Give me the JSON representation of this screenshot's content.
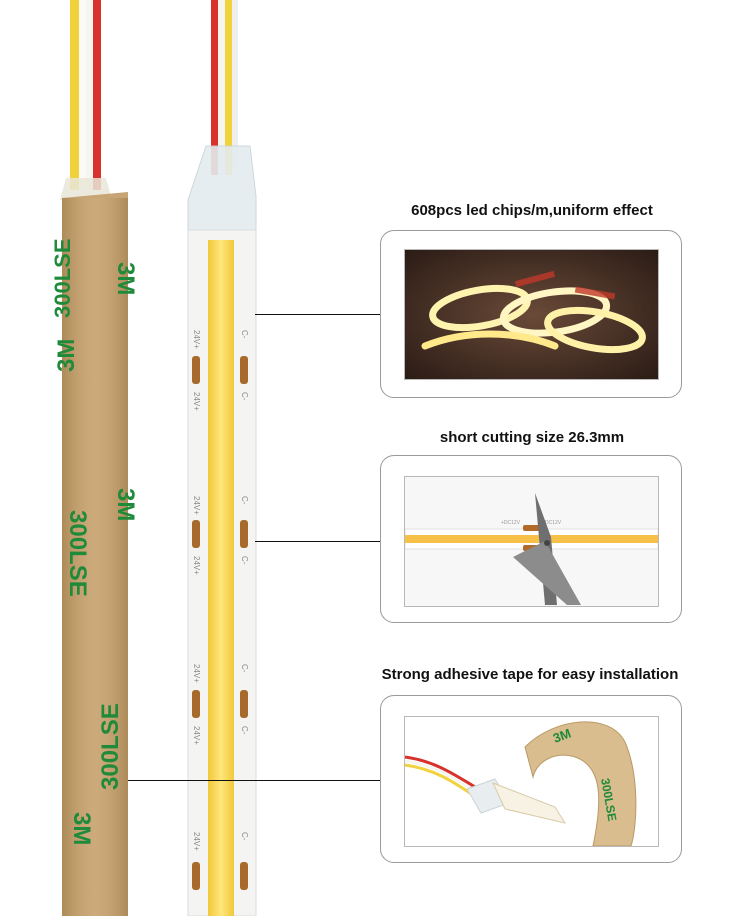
{
  "features": [
    {
      "caption": "608pcs led chips/m,uniform effect",
      "photo_icon": "led-strip-coils-photo"
    },
    {
      "caption": "short cutting size 26.3mm",
      "photo_icon": "scissors-cutting-photo"
    },
    {
      "caption": "Strong adhesive tape for easy installation",
      "photo_icon": "adhesive-tape-peel-photo"
    }
  ],
  "strip_markings": {
    "voltage_positive": "24V+",
    "voltage_negative": "C-",
    "tape_brand": "3M",
    "tape_model": "300LSE",
    "cut_label_positive": "+DC12V",
    "cut_label_negative": "DC12V"
  },
  "colors": {
    "tape_backing": "#c8a575",
    "tape_print": "#1f8a3a",
    "led_yellow": "#f7d34a",
    "strip_white": "#f4f4f2",
    "wire_red": "#d8322c",
    "wire_yellow": "#f2d23c",
    "copper_pad": "#a86a2c"
  }
}
